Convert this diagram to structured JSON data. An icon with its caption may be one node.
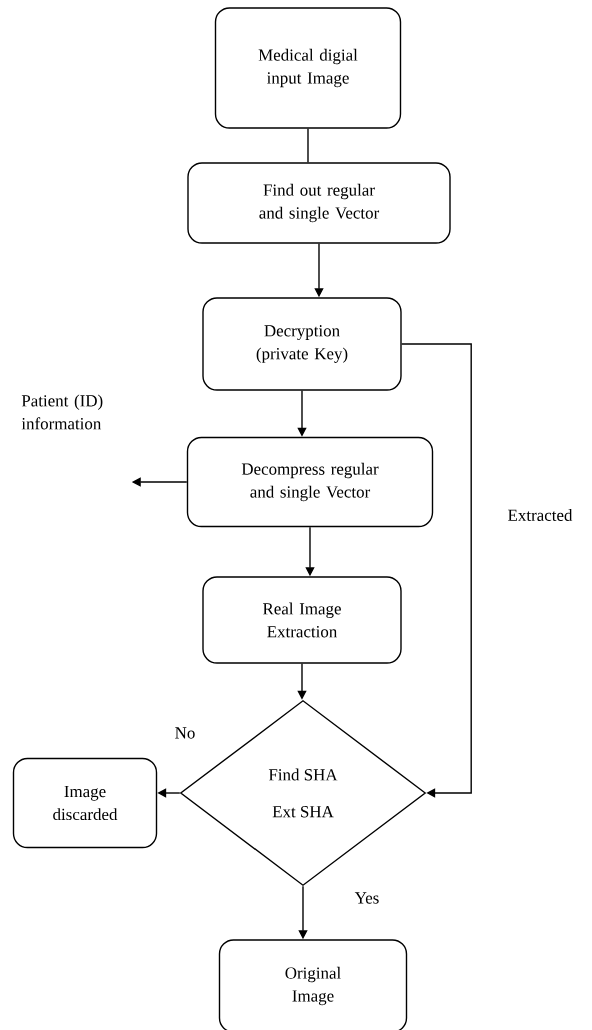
{
  "diagram": {
    "nodes": [
      {
        "text": [
          "Medical digial input Image"
        ]
      },
      {
        "text": [
          "Find out regular and single Vector"
        ]
      },
      {
        "text": [
          "Decryption (private Key)"
        ]
      },
      {
        "text": [
          "Decompress regular and single Vector"
        ]
      },
      {
        "text": [
          "Real Image Extraction"
        ]
      },
      {
        "text": [
          "Find SHA",
          "Ext SHA"
        ]
      },
      {
        "text": [
          "Image discarded"
        ]
      },
      {
        "text": [
          "Original Image"
        ]
      }
    ],
    "edges": [
      {
        "from": 0,
        "to": 1,
        "arrow": "none"
      },
      {
        "from": 1,
        "to": 2,
        "arrow": "to"
      },
      {
        "from": 2,
        "to": 3,
        "arrow": "to"
      },
      {
        "from": 3,
        "to": null,
        "arrow": "to"
      },
      {
        "from": 3,
        "to": 4,
        "arrow": "to"
      },
      {
        "from": 4,
        "to": 5,
        "arrow": "to"
      },
      {
        "from": 5,
        "to": 6,
        "arrow": "to",
        "label": "No"
      },
      {
        "from": 5,
        "to": 7,
        "arrow": "to",
        "label": "Yes"
      },
      {
        "from": 2,
        "to": 5,
        "arrow": "to",
        "label": "Extracted"
      }
    ],
    "labels": [
      "Patient (ID) information"
    ]
  }
}
